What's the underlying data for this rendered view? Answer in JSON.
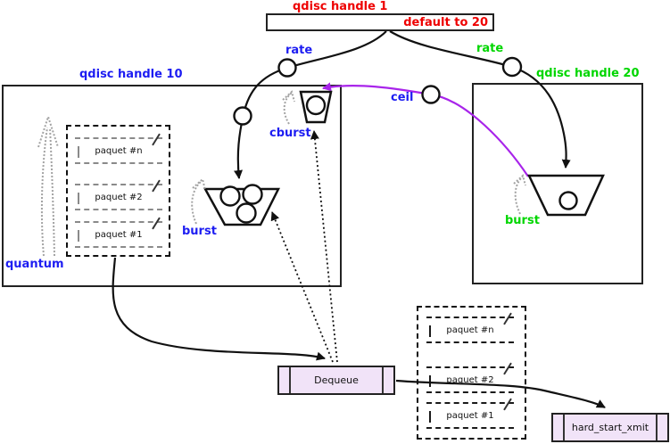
{
  "colors": {
    "label_red": "#ee0000",
    "label_blue": "#1d1df2",
    "label_green": "#00d600",
    "ceil_purple": "#a824ea",
    "queue_box_fill": "#f1e3f8",
    "sketch_gray": "#a3a3a3"
  },
  "root_qdisc": {
    "title": "qdisc handle 1",
    "default_label": "default to 20"
  },
  "left_qdisc": {
    "title": "qdisc handle 10",
    "rate_label": "rate",
    "ceil_label": "ceil",
    "cburst_label": "cburst",
    "burst_label": "burst",
    "quantum_label": "quantum",
    "queue": {
      "packets": [
        "paquet #n",
        "paquet #2",
        "paquet #1"
      ]
    }
  },
  "right_qdisc": {
    "title": "qdisc handle 20",
    "rate_label": "rate",
    "burst_label": "burst"
  },
  "output_list": {
    "packets": [
      "paquet #n",
      "paquet #2",
      "paquet #1"
    ]
  },
  "dequeue": {
    "label": "Dequeue"
  },
  "xmit": {
    "label": "hard_start_xmit"
  }
}
